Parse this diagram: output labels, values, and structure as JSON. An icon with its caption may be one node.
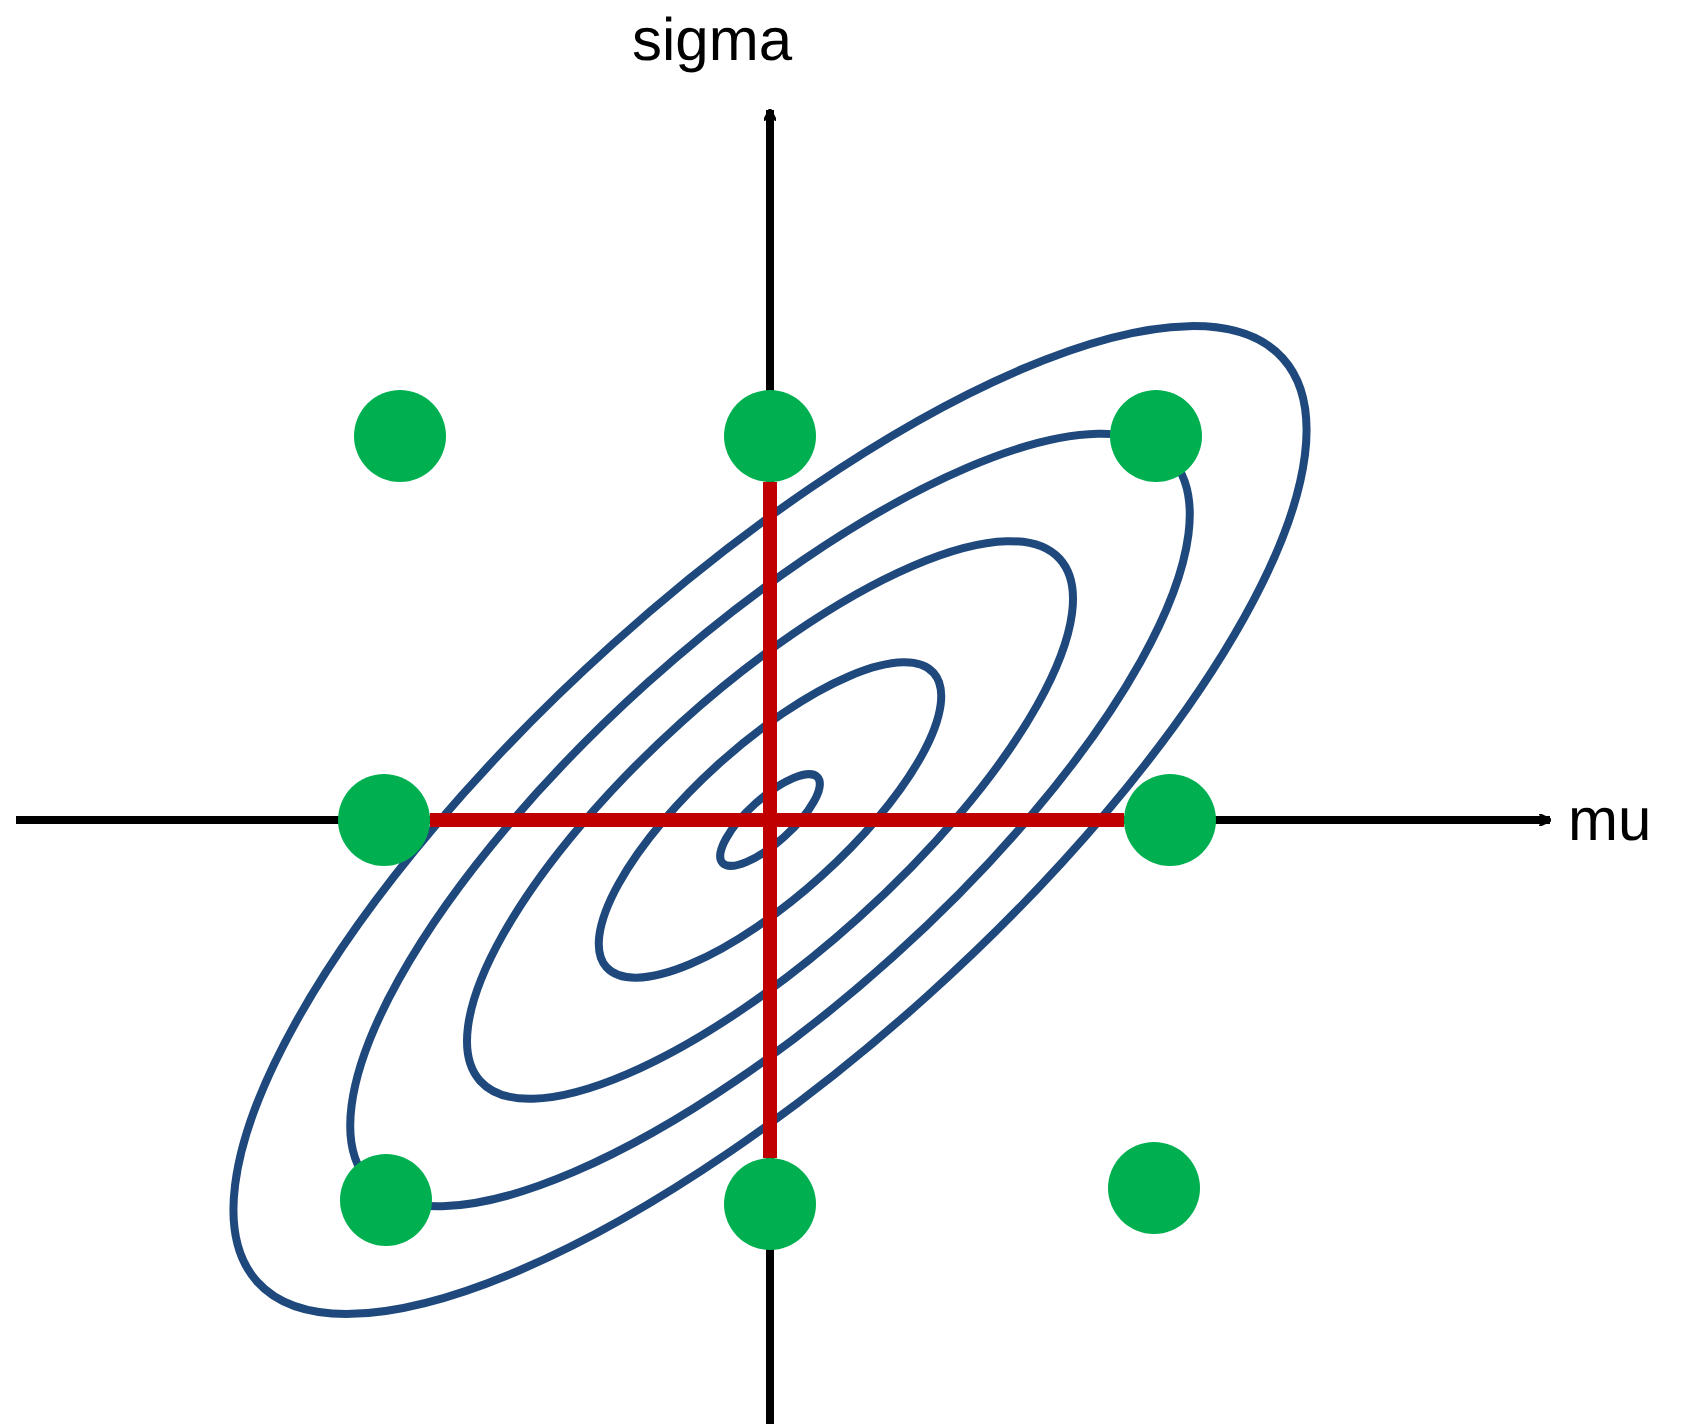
{
  "diagram": {
    "nodes": [
      {
        "text": [],
        "shape": "circle"
      },
      {
        "text": [],
        "shape": "circle"
      },
      {
        "text": [],
        "shape": "circle"
      },
      {
        "text": [],
        "shape": "circle"
      },
      {
        "text": [],
        "shape": "circle"
      },
      {
        "text": [],
        "shape": "circle"
      },
      {
        "text": [],
        "shape": "circle"
      },
      {
        "text": [],
        "shape": "circle"
      }
    ],
    "edges": [
      {
        "from": 1,
        "to": 6,
        "arrow": "none"
      },
      {
        "from": 3,
        "to": 4,
        "arrow": "none"
      }
    ],
    "labels": [
      "sigma",
      "mu"
    ]
  }
}
